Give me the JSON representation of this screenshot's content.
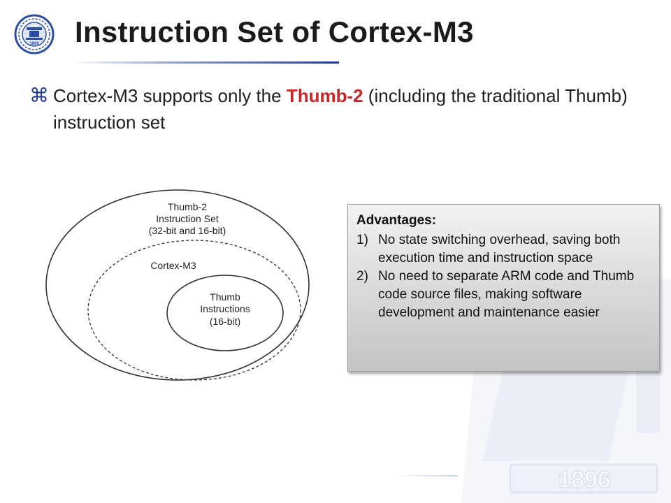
{
  "slide": {
    "title": "Instruction Set of Cortex-M3",
    "bullet": {
      "text_before": "Cortex-M3 supports only the ",
      "highlight": "Thumb-2",
      "text_after": " (including the traditional Thumb) instruction set"
    }
  },
  "diagram": {
    "outer": [
      "Thumb-2",
      "Instruction Set",
      "(32-bit and 16-bit)"
    ],
    "middle": "Cortex-M3",
    "inner": [
      "Thumb",
      "Instructions",
      "(16-bit)"
    ]
  },
  "advantages": {
    "title": "Advantages:",
    "items": [
      {
        "num": "1)",
        "text": "No state switching overhead, saving both execution time and instruction space"
      },
      {
        "num": "2)",
        "text": "No need to separate ARM code and Thumb code source files, making software development and maintenance easier"
      }
    ]
  },
  "logo": {
    "year": "1896"
  },
  "colors": {
    "accent": "#1f3a8a",
    "highlight": "#c62828"
  }
}
